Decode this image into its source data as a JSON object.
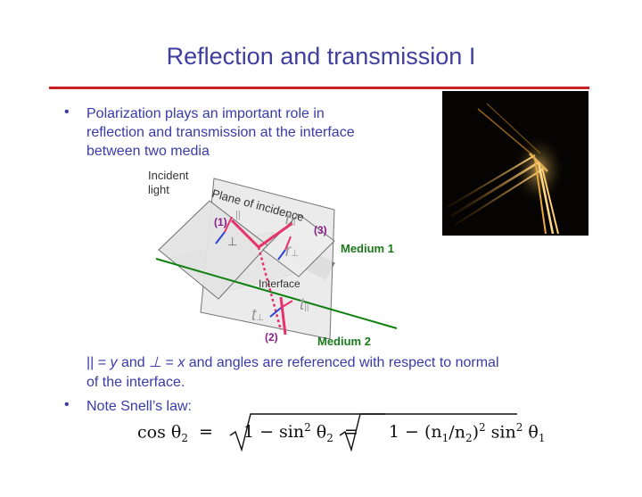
{
  "slide": {
    "title": "Reflection and transmission I",
    "bullets": [
      {
        "lines": [
          "Polarization plays an important role in",
          "reflection and transmission at the interface",
          "between two media"
        ]
      },
      {
        "lines": [
          "Note Snell’s law:"
        ]
      }
    ],
    "continuation": {
      "parallel_symbol": "||",
      "eq1": " = ",
      "var_y": "y",
      "and": " and ",
      "perp_symbol": "⊥",
      "eq2": " = ",
      "var_x": "x",
      "rest": " and angles are referenced with respect to normal",
      "line2": "of the interface."
    }
  },
  "diagram": {
    "incident_label_1": "Incident",
    "incident_label_2": "light",
    "plane_label": "Plane of incidence",
    "interface_label": "Interface",
    "wave1": "(1)",
    "wave2": "(2)",
    "wave3": "(3)",
    "r_parallel": "r",
    "r_perp": "r",
    "t_parallel": "t",
    "t_perp": "t",
    "sub_parallel": "||",
    "sub_perp": "⊥",
    "perp_mark": "⊥",
    "par_mark": "||",
    "medium1": "Medium 1",
    "medium2": "Medium 2",
    "colors": {
      "ray": "#e8306a",
      "arrow": "#2b45d6",
      "wave_label": "#8a1f8a",
      "medium": "#1a7a1a",
      "line": "#108010"
    }
  },
  "photo": {
    "icon": "refraction-photo"
  },
  "formula": {
    "lhs": "cos θ",
    "lhs_sub": "2",
    "eq": "=",
    "rad1_a": "1 − sin",
    "rad1_sup": "2",
    "rad1_b": " θ",
    "rad1_sub": "2",
    "rad2_a": "1 − (n",
    "rad2_sub1": "1",
    "rad2_b": "/n",
    "rad2_sub2": "2",
    "rad2_c": ")",
    "rad2_sup1": "2",
    "rad2_d": " sin",
    "rad2_sup2": "2",
    "rad2_e": " θ",
    "rad2_sub3": "1"
  }
}
